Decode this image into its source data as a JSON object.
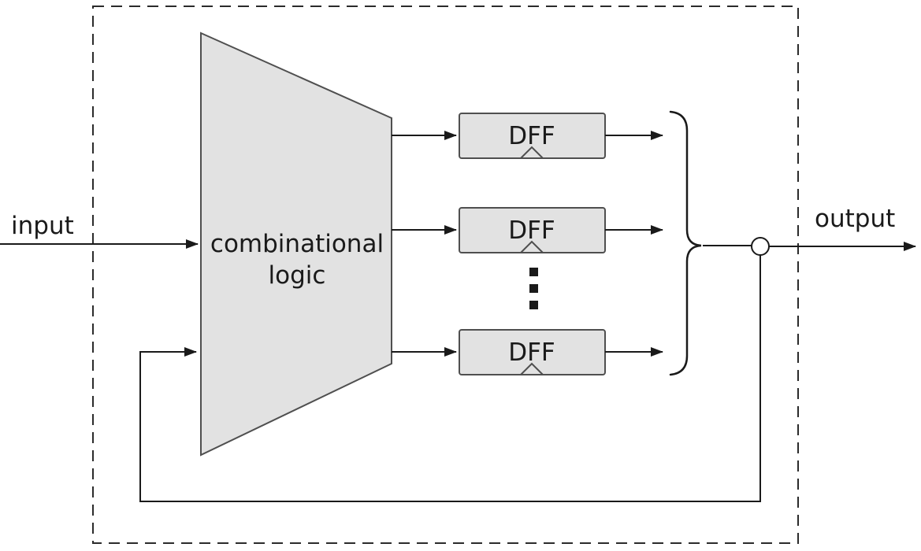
{
  "labels": {
    "input": "input",
    "output": "output",
    "logic_line1": "combinational",
    "logic_line2": "logic"
  },
  "dff": [
    {
      "label": "DFF"
    },
    {
      "label": "DFF"
    },
    {
      "label": "DFF"
    }
  ],
  "colors": {
    "box_fill": "#e2e2e2",
    "box_stroke": "#4f4f4f",
    "wire": "#1a1a1a",
    "background": "#ffffff"
  }
}
